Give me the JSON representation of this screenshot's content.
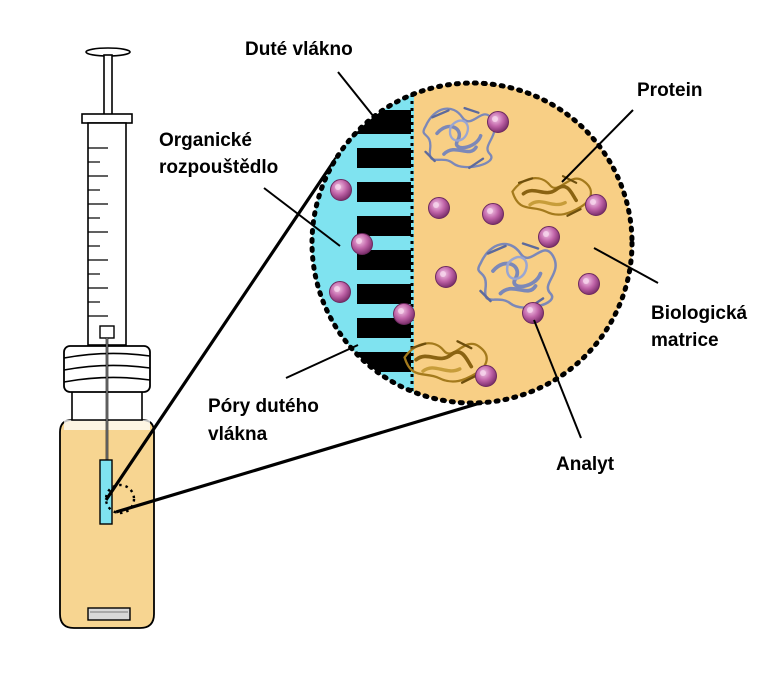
{
  "labels": {
    "hollow_fiber": "Duté vlákno",
    "organic_solvent_line1": "Organické",
    "organic_solvent_line2": "rozpouštědlo",
    "protein": "Protein",
    "biological_matrix_line1": "Biologická",
    "biological_matrix_line2": "matrice",
    "fiber_pores_line1": "Póry dutého",
    "fiber_pores_line2": "vlákna",
    "analyte": "Analyt"
  },
  "colors": {
    "solvent": "#7fe3f0",
    "matrix": "#f8cf85",
    "vial_liquid": "#f7d591",
    "analyte": "#c064a8",
    "protein_blue": "#8d98c4",
    "protein_gold": "#b8912f",
    "syringe": "#ffffff",
    "outline": "#000000"
  },
  "icons": {
    "analyte_particle": "sphere",
    "protein_molecule": "ribbon-structure"
  }
}
